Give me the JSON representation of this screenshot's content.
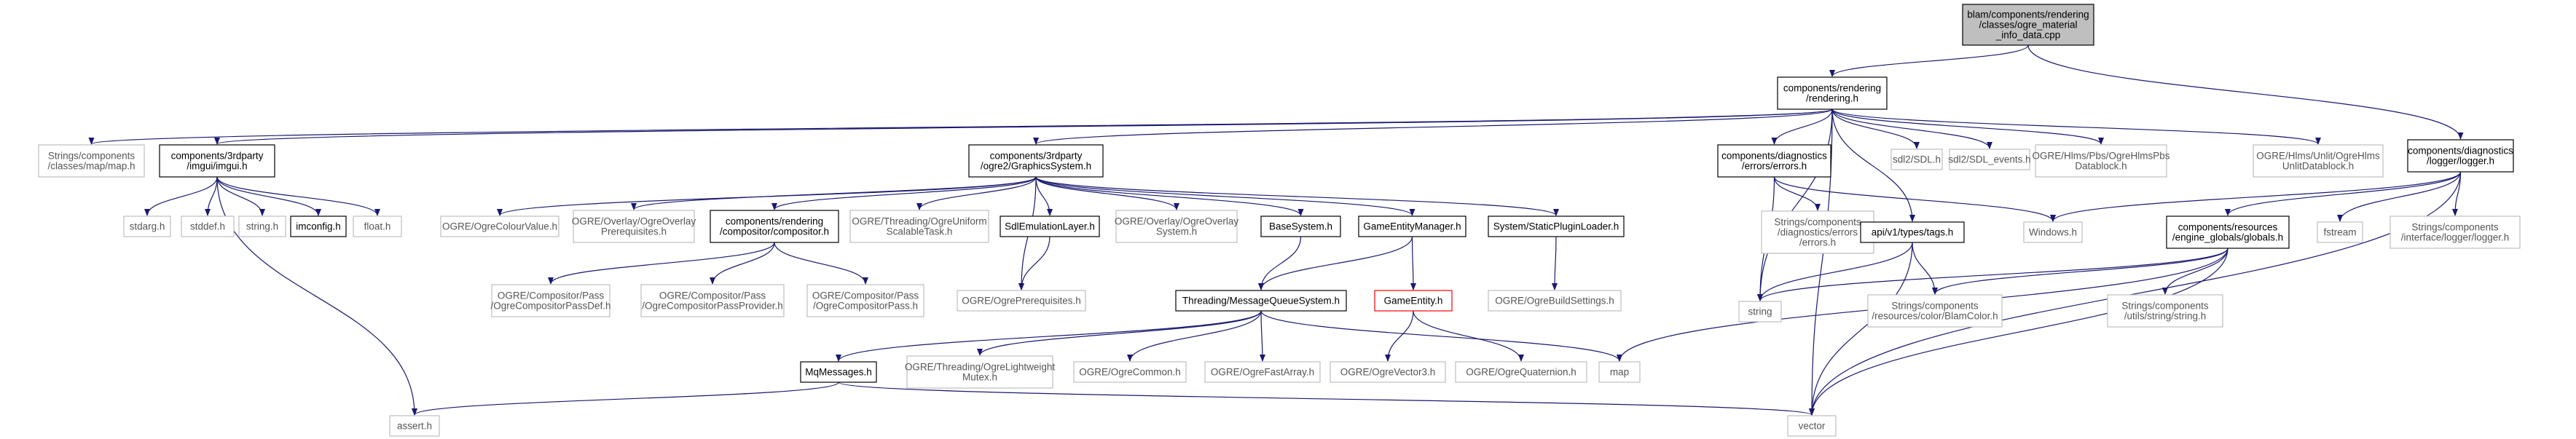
{
  "diagram": {
    "nodes": [
      {
        "id": "root",
        "lines": [
          "blam/components/rendering",
          "/classes/ogre_material",
          "_info_data.cpp"
        ],
        "style": "root"
      },
      {
        "id": "rendering_h",
        "lines": [
          "components/rendering",
          "/rendering.h"
        ],
        "style": "documented"
      },
      {
        "id": "logger_h",
        "lines": [
          "components/diagnostics",
          "/logger/logger.h"
        ],
        "style": "documented"
      },
      {
        "id": "map_h",
        "lines": [
          "Strings/components",
          "/classes/map/map.h"
        ],
        "style": "external"
      },
      {
        "id": "imgui_h",
        "lines": [
          "components/3rdparty",
          "/imgui/imgui.h"
        ],
        "style": "documented"
      },
      {
        "id": "graphics_h",
        "lines": [
          "components/3rdparty",
          "/ogre2/GraphicsSystem.h"
        ],
        "style": "documented"
      },
      {
        "id": "errors_h",
        "lines": [
          "components/diagnostics",
          "/errors/errors.h"
        ],
        "style": "documented"
      },
      {
        "id": "sdl_h",
        "lines": [
          "sdl2/SDL.h"
        ],
        "style": "external"
      },
      {
        "id": "sdl_events_h",
        "lines": [
          "sdl2/SDL_events.h"
        ],
        "style": "external"
      },
      {
        "id": "hlmspbs_h",
        "lines": [
          "OGRE/Hlms/Pbs/OgreHlmsPbs",
          "Datablock.h"
        ],
        "style": "external"
      },
      {
        "id": "hlmsunlit_h",
        "lines": [
          "OGRE/Hlms/Unlit/OgreHlms",
          "UnlitDatablock.h"
        ],
        "style": "external"
      },
      {
        "id": "stdarg_h",
        "lines": [
          "stdarg.h"
        ],
        "style": "external"
      },
      {
        "id": "stddef_h",
        "lines": [
          "stddef.h"
        ],
        "style": "external"
      },
      {
        "id": "string_h",
        "lines": [
          "string.h"
        ],
        "style": "external"
      },
      {
        "id": "imconfig_h",
        "lines": [
          "imconfig.h"
        ],
        "style": "documented"
      },
      {
        "id": "float_h",
        "lines": [
          "float.h"
        ],
        "style": "external"
      },
      {
        "id": "colourvalue_h",
        "lines": [
          "OGRE/OgreColourValue.h"
        ],
        "style": "external"
      },
      {
        "id": "overlayprereq_h",
        "lines": [
          "OGRE/Overlay/OgreOverlay",
          "Prerequisites.h"
        ],
        "style": "external"
      },
      {
        "id": "compositor_h",
        "lines": [
          "components/rendering",
          "/compositor/compositor.h"
        ],
        "style": "documented"
      },
      {
        "id": "uniformtask_h",
        "lines": [
          "OGRE/Threading/OgreUniform",
          "ScalableTask.h"
        ],
        "style": "external"
      },
      {
        "id": "sdlemu_h",
        "lines": [
          "SdlEmulationLayer.h"
        ],
        "style": "documented"
      },
      {
        "id": "overlaysys_h",
        "lines": [
          "OGRE/Overlay/OgreOverlay",
          "System.h"
        ],
        "style": "external"
      },
      {
        "id": "basesystem_h",
        "lines": [
          "BaseSystem.h"
        ],
        "style": "documented"
      },
      {
        "id": "gem_h",
        "lines": [
          "GameEntityManager.h"
        ],
        "style": "documented"
      },
      {
        "id": "plugin_h",
        "lines": [
          "System/StaticPluginLoader.h"
        ],
        "style": "documented"
      },
      {
        "id": "strerrors_h",
        "lines": [
          "Strings/components",
          "/diagnostics/errors",
          "/errors.h"
        ],
        "style": "external"
      },
      {
        "id": "tags_h",
        "lines": [
          "api/v1/types/tags.h"
        ],
        "style": "documented"
      },
      {
        "id": "windows_h",
        "lines": [
          "Windows.h"
        ],
        "style": "external"
      },
      {
        "id": "globals_h",
        "lines": [
          "components/resources",
          "/engine_globals/globals.h"
        ],
        "style": "documented"
      },
      {
        "id": "fstream",
        "lines": [
          "fstream"
        ],
        "style": "external"
      },
      {
        "id": "strlogger_h",
        "lines": [
          "Strings/components",
          "/interface/logger/logger.h"
        ],
        "style": "external"
      },
      {
        "id": "passdef_h",
        "lines": [
          "OGRE/Compositor/Pass",
          "/OgreCompositorPassDef.h"
        ],
        "style": "external"
      },
      {
        "id": "passprov_h",
        "lines": [
          "OGRE/Compositor/Pass",
          "/OgreCompositorPassProvider.h"
        ],
        "style": "external"
      },
      {
        "id": "pass_h",
        "lines": [
          "OGRE/Compositor/Pass",
          "/OgreCompositorPass.h"
        ],
        "style": "external"
      },
      {
        "id": "prereq_h",
        "lines": [
          "OGRE/OgrePrerequisites.h"
        ],
        "style": "external"
      },
      {
        "id": "mqs_h",
        "lines": [
          "Threading/MessageQueueSystem.h"
        ],
        "style": "documented"
      },
      {
        "id": "gameentity_h",
        "lines": [
          "GameEntity.h"
        ],
        "style": "incomplete"
      },
      {
        "id": "buildsettings_h",
        "lines": [
          "OGRE/OgreBuildSettings.h"
        ],
        "style": "external"
      },
      {
        "id": "string",
        "lines": [
          "string"
        ],
        "style": "external"
      },
      {
        "id": "blamcolor_h",
        "lines": [
          "Strings/components",
          "/resources/color/BlamColor.h"
        ],
        "style": "external"
      },
      {
        "id": "strstring_h",
        "lines": [
          "Strings/components",
          "/utils/string/string.h"
        ],
        "style": "external"
      },
      {
        "id": "mqmessages_h",
        "lines": [
          "MqMessages.h"
        ],
        "style": "documented"
      },
      {
        "id": "lwmutex_h",
        "lines": [
          "OGRE/Threading/OgreLightweight",
          "Mutex.h"
        ],
        "style": "external"
      },
      {
        "id": "common_h",
        "lines": [
          "OGRE/OgreCommon.h"
        ],
        "style": "external"
      },
      {
        "id": "fastarray_h",
        "lines": [
          "OGRE/OgreFastArray.h"
        ],
        "style": "external"
      },
      {
        "id": "vector3_h",
        "lines": [
          "OGRE/OgreVector3.h"
        ],
        "style": "external"
      },
      {
        "id": "quaternion_h",
        "lines": [
          "OGRE/OgreQuaternion.h"
        ],
        "style": "external"
      },
      {
        "id": "map",
        "lines": [
          "map"
        ],
        "style": "external"
      },
      {
        "id": "assert_h",
        "lines": [
          "assert.h"
        ],
        "style": "external"
      },
      {
        "id": "vector",
        "lines": [
          "vector"
        ],
        "style": "external"
      }
    ],
    "edges": [
      [
        "root",
        "rendering_h"
      ],
      [
        "root",
        "logger_h"
      ],
      [
        "rendering_h",
        "map_h"
      ],
      [
        "rendering_h",
        "imgui_h"
      ],
      [
        "rendering_h",
        "graphics_h"
      ],
      [
        "rendering_h",
        "errors_h"
      ],
      [
        "rendering_h",
        "sdl_h"
      ],
      [
        "rendering_h",
        "sdl_events_h"
      ],
      [
        "rendering_h",
        "hlmspbs_h"
      ],
      [
        "rendering_h",
        "hlmsunlit_h"
      ],
      [
        "rendering_h",
        "tags_h"
      ],
      [
        "rendering_h",
        "string"
      ],
      [
        "rendering_h",
        "vector"
      ],
      [
        "imgui_h",
        "stdarg_h"
      ],
      [
        "imgui_h",
        "stddef_h"
      ],
      [
        "imgui_h",
        "string_h"
      ],
      [
        "imgui_h",
        "imconfig_h"
      ],
      [
        "imgui_h",
        "float_h"
      ],
      [
        "imgui_h",
        "assert_h"
      ],
      [
        "graphics_h",
        "colourvalue_h"
      ],
      [
        "graphics_h",
        "overlayprereq_h"
      ],
      [
        "graphics_h",
        "compositor_h"
      ],
      [
        "graphics_h",
        "uniformtask_h"
      ],
      [
        "graphics_h",
        "sdlemu_h"
      ],
      [
        "graphics_h",
        "overlaysys_h"
      ],
      [
        "graphics_h",
        "basesystem_h"
      ],
      [
        "graphics_h",
        "gem_h"
      ],
      [
        "graphics_h",
        "plugin_h"
      ],
      [
        "graphics_h",
        "prereq_h"
      ],
      [
        "compositor_h",
        "passdef_h"
      ],
      [
        "compositor_h",
        "passprov_h"
      ],
      [
        "compositor_h",
        "pass_h"
      ],
      [
        "sdlemu_h",
        "prereq_h"
      ],
      [
        "basesystem_h",
        "mqs_h"
      ],
      [
        "gem_h",
        "mqs_h"
      ],
      [
        "gem_h",
        "gameentity_h"
      ],
      [
        "plugin_h",
        "buildsettings_h"
      ],
      [
        "errors_h",
        "strerrors_h"
      ],
      [
        "errors_h",
        "windows_h"
      ],
      [
        "errors_h",
        "string"
      ],
      [
        "tags_h",
        "string"
      ],
      [
        "tags_h",
        "blamcolor_h"
      ],
      [
        "tags_h",
        "vector"
      ],
      [
        "logger_h",
        "windows_h"
      ],
      [
        "logger_h",
        "globals_h"
      ],
      [
        "logger_h",
        "fstream"
      ],
      [
        "logger_h",
        "strlogger_h"
      ],
      [
        "logger_h",
        "vector"
      ],
      [
        "globals_h",
        "string"
      ],
      [
        "globals_h",
        "blamcolor_h"
      ],
      [
        "globals_h",
        "strstring_h"
      ],
      [
        "globals_h",
        "map"
      ],
      [
        "globals_h",
        "vector"
      ],
      [
        "mqs_h",
        "mqmessages_h"
      ],
      [
        "mqs_h",
        "lwmutex_h"
      ],
      [
        "mqs_h",
        "common_h"
      ],
      [
        "mqs_h",
        "fastarray_h"
      ],
      [
        "mqs_h",
        "map"
      ],
      [
        "mqmessages_h",
        "assert_h"
      ],
      [
        "mqmessages_h",
        "vector"
      ],
      [
        "gameentity_h",
        "vector3_h"
      ],
      [
        "gameentity_h",
        "quaternion_h"
      ]
    ]
  },
  "colors": {
    "documented_border": "#000000",
    "external_border": "#bfbfbf",
    "incomplete_border": "#ff0000",
    "root_fill": "#bfbfbf",
    "node_fill": "#ffffff",
    "edge": "#191970",
    "text_documented": "#000000",
    "text_external": "#555555"
  }
}
